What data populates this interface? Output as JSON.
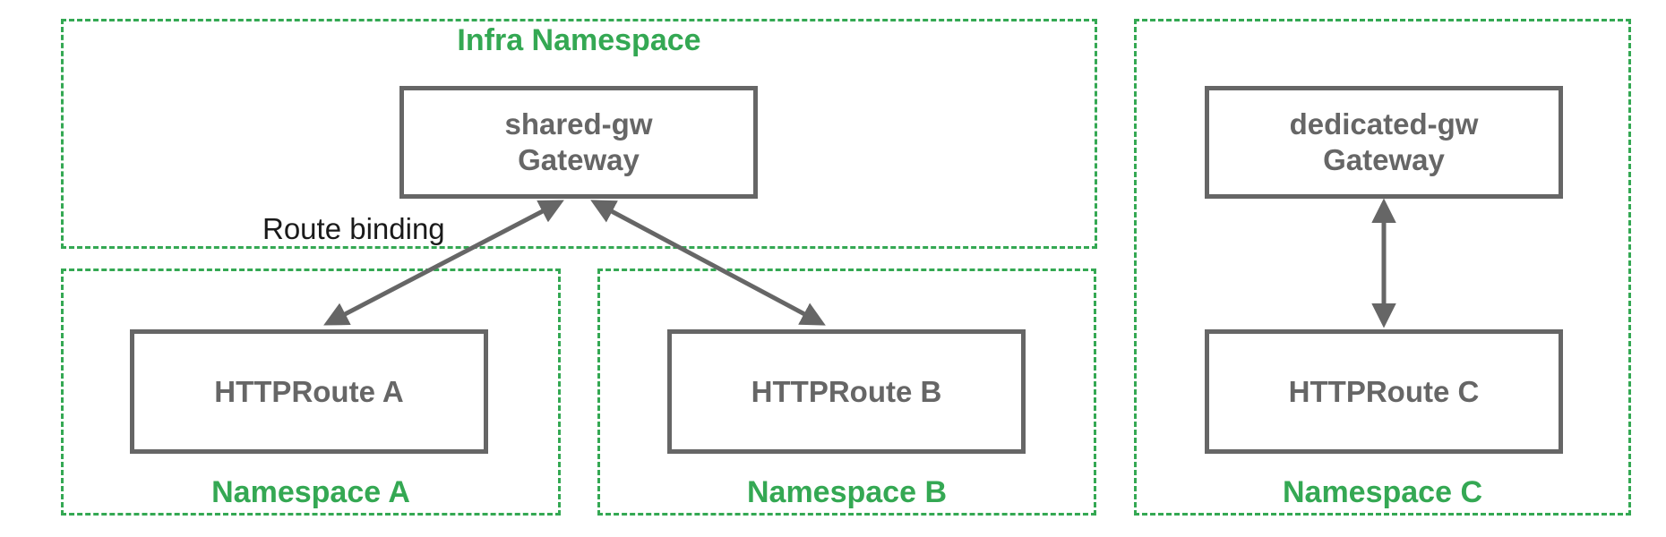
{
  "diagram": {
    "title_context": "Gateway API shared vs dedicated gateway namespaces",
    "colors": {
      "namespace_border_green": "#34A853",
      "node_border_gray": "#666666",
      "annotation_black": "#1a1a1a"
    },
    "infra_namespace": {
      "label": "Infra Namespace",
      "gateway": {
        "line1": "shared-gw",
        "line2": "Gateway"
      }
    },
    "namespace_a": {
      "label": "Namespace A",
      "route": "HTTPRoute A"
    },
    "namespace_b": {
      "label": "Namespace B",
      "route": "HTTPRoute B"
    },
    "namespace_c": {
      "label": "Namespace C",
      "gateway": {
        "line1": "dedicated-gw",
        "line2": "Gateway"
      },
      "route": "HTTPRoute C"
    },
    "annotations": {
      "route_binding": "Route binding"
    },
    "edges": [
      {
        "from": "shared-gw Gateway",
        "to": "HTTPRoute A",
        "type": "route-binding",
        "bidirectional_arrowheads": true
      },
      {
        "from": "shared-gw Gateway",
        "to": "HTTPRoute B",
        "type": "route-binding",
        "bidirectional_arrowheads": true
      },
      {
        "from": "dedicated-gw Gateway",
        "to": "HTTPRoute C",
        "type": "route-binding",
        "bidirectional_arrowheads": true
      }
    ]
  }
}
